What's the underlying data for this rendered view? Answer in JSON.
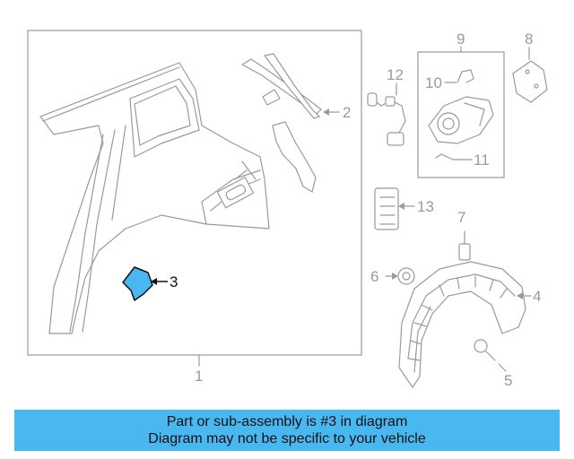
{
  "diagram": {
    "callouts": [
      "1",
      "2",
      "3",
      "4",
      "5",
      "6",
      "7",
      "8",
      "9",
      "10",
      "11",
      "12",
      "13"
    ],
    "highlighted_part": "3",
    "highlight_color": "#4ab8f0",
    "line_color": "#9a9a9a"
  },
  "banner": {
    "line1": "Part or sub-assembly is #3 in diagram",
    "line2": "Diagram may not be specific to your vehicle",
    "background_color": "#4ab8f0"
  }
}
